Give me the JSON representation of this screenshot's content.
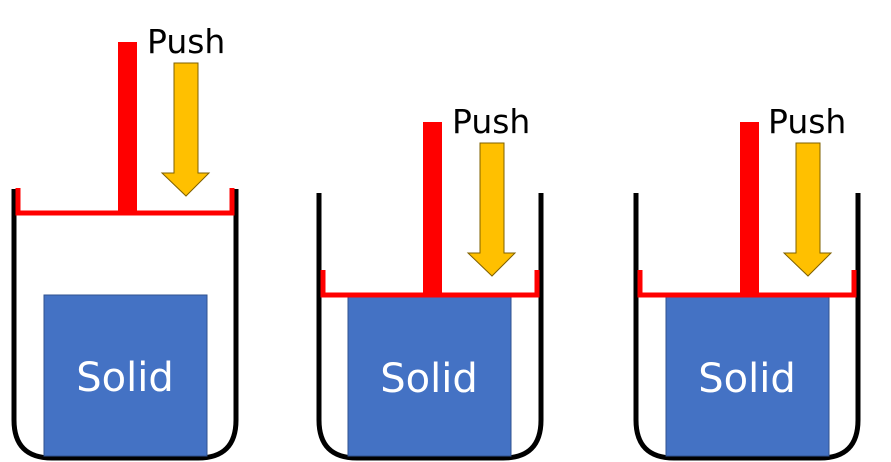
{
  "colors": {
    "piston": "#ff0000",
    "arrow": "#ffc000",
    "solid": "#4472c4",
    "container": "#000000"
  },
  "panels": [
    {
      "push_label": "Push",
      "solid_label": "Solid"
    },
    {
      "push_label": "Push",
      "solid_label": "Solid"
    },
    {
      "push_label": "Push",
      "solid_label": "Solid"
    }
  ]
}
